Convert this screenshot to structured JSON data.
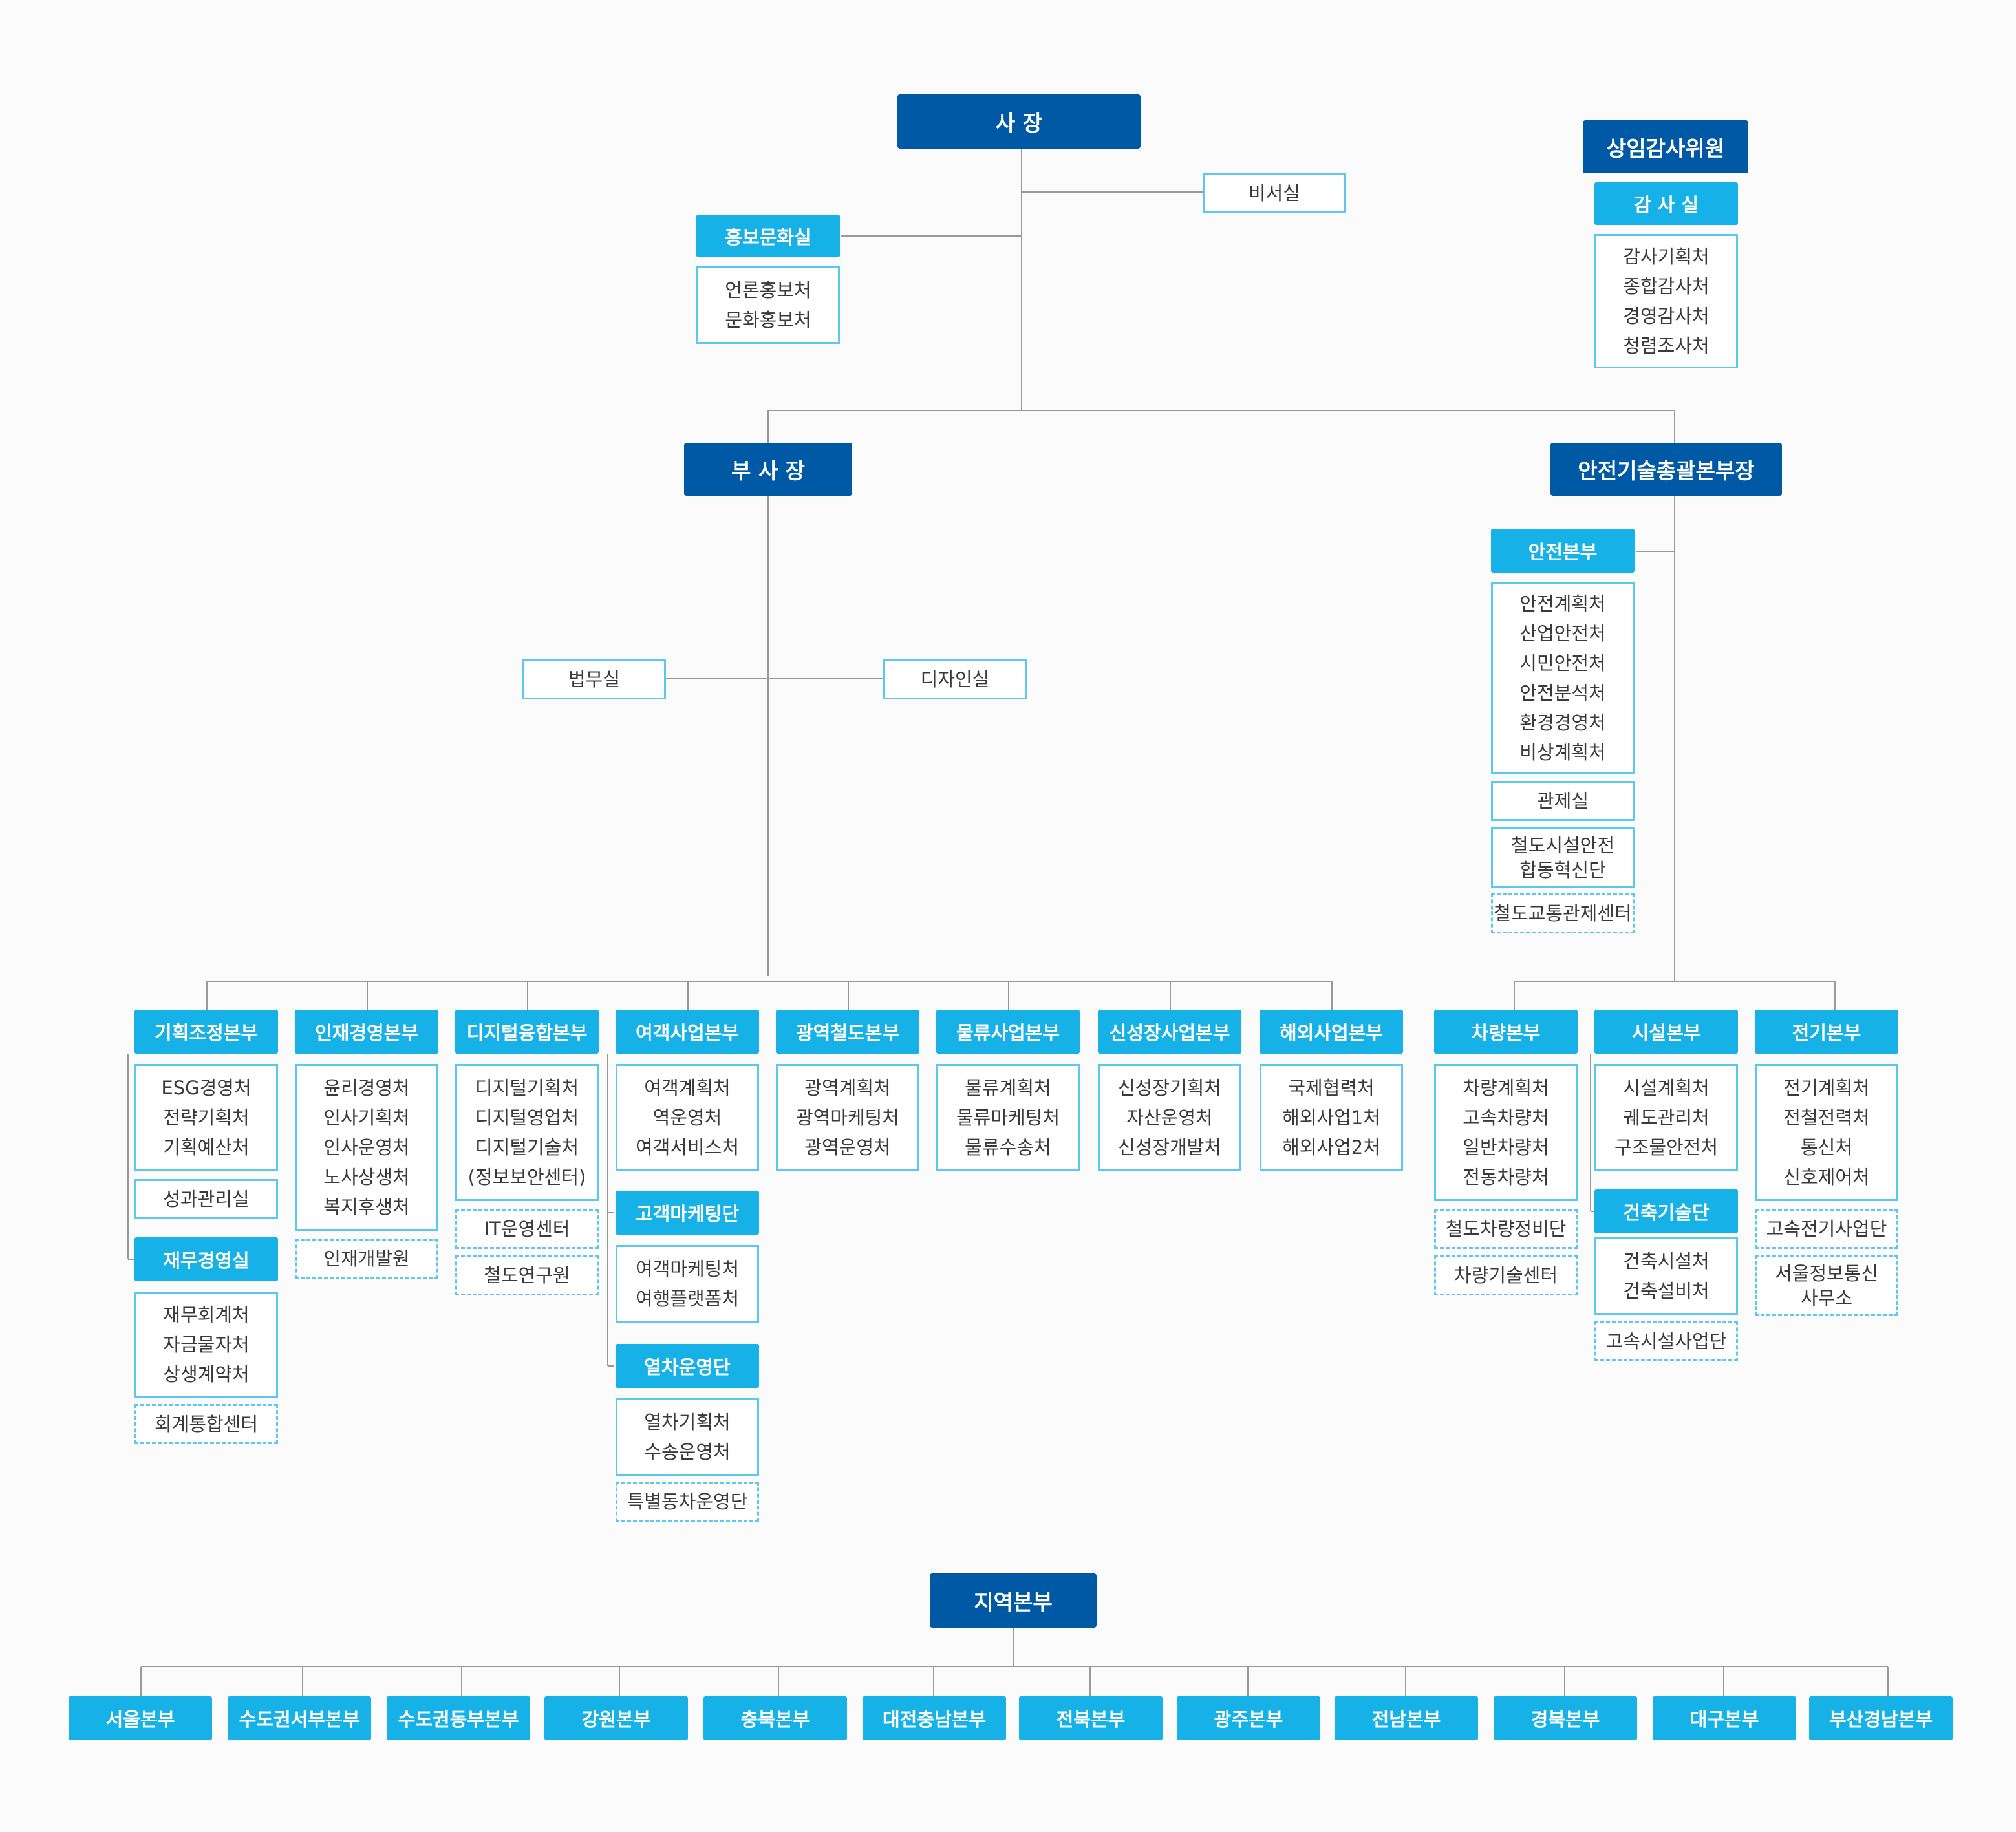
{
  "top": {
    "ceo": "사  장",
    "secretary": "비서실",
    "pr": {
      "head": "홍보문화실",
      "items": [
        "언론홍보처",
        "문화홍보처"
      ]
    },
    "audit": {
      "committee": "상임감사위원",
      "office": "감 사 실",
      "items": [
        "감사기획처",
        "종합감사처",
        "경영감사처",
        "청렴조사처"
      ]
    }
  },
  "vice": {
    "title": "부 사 장",
    "legal": "법무실",
    "design": "디자인실",
    "divisions": [
      {
        "head": "기획조정본부",
        "items": [
          "ESG경영처",
          "전략기획처",
          "기획예산처"
        ],
        "extra": [
          "성과관리실"
        ],
        "sub": {
          "head": "재무경영실",
          "items": [
            "재무회계처",
            "자금물자처",
            "상생계약처"
          ],
          "extra": [
            "회계통합센터"
          ]
        }
      },
      {
        "head": "인재경영본부",
        "items": [
          "윤리경영처",
          "인사기획처",
          "인사운영처",
          "노사상생처",
          "복지후생처"
        ],
        "extra": [
          "인재개발원"
        ]
      },
      {
        "head": "디지털융합본부",
        "items": [
          "디지털기획처",
          "디지털영업처",
          "디지털기술처",
          "(정보보안센터)"
        ],
        "extra": [
          "IT운영센터",
          "철도연구원"
        ]
      },
      {
        "head": "여객사업본부",
        "items": [
          "여객계획처",
          "역운영처",
          "여객서비스처"
        ],
        "sub1": {
          "head": "고객마케팅단",
          "items": [
            "여객마케팅처",
            "여행플랫폼처"
          ]
        },
        "sub2": {
          "head": "열차운영단",
          "items": [
            "열차기획처",
            "수송운영처"
          ],
          "extra": [
            "특별동차운영단"
          ]
        }
      },
      {
        "head": "광역철도본부",
        "items": [
          "광역계획처",
          "광역마케팅처",
          "광역운영처"
        ]
      },
      {
        "head": "물류사업본부",
        "items": [
          "물류계획처",
          "물류마케팅처",
          "물류수송처"
        ]
      },
      {
        "head": "신성장사업본부",
        "items": [
          "신성장기획처",
          "자산운영처",
          "신성장개발처"
        ]
      },
      {
        "head": "해외사업본부",
        "items": [
          "국제협력처",
          "해외사업1처",
          "해외사업2처"
        ]
      }
    ]
  },
  "safety": {
    "title": "안전기술총괄본부장",
    "hq": {
      "head": "안전본부",
      "items": [
        "안전계획처",
        "산업안전처",
        "시민안전처",
        "안전분석처",
        "환경경영처",
        "비상계획처"
      ],
      "control": "관제실",
      "joint": [
        "철도시설안전",
        "합동혁신단"
      ],
      "center": "철도교통관제센터"
    },
    "divisions": [
      {
        "head": "차량본부",
        "items": [
          "차량계획처",
          "고속차량처",
          "일반차량처",
          "전동차량처"
        ],
        "extra": [
          "철도차량정비단",
          "차량기술센터"
        ]
      },
      {
        "head": "시설본부",
        "items": [
          "시설계획처",
          "궤도관리처",
          "구조물안전처"
        ],
        "sub": {
          "head": "건축기술단",
          "items": [
            "건축시설처",
            "건축설비처"
          ],
          "extra": [
            "고속시설사업단"
          ]
        }
      },
      {
        "head": "전기본부",
        "items": [
          "전기계획처",
          "전철전력처",
          "통신처",
          "신호제어처"
        ],
        "extra": [
          "고속전기사업단",
          "서울정보통신\n사무소"
        ]
      }
    ]
  },
  "regional": {
    "title": "지역본부",
    "items": [
      "서울본부",
      "수도권서부본부",
      "수도권동부본부",
      "강원본부",
      "충북본부",
      "대전충남본부",
      "전북본부",
      "광주본부",
      "전남본부",
      "경북본부",
      "대구본부",
      "부산경남본부"
    ]
  },
  "colors": {
    "navy": "#0059a5",
    "cyan": "#16b1e6",
    "border": "#5bc8ef",
    "line": "#999999"
  }
}
